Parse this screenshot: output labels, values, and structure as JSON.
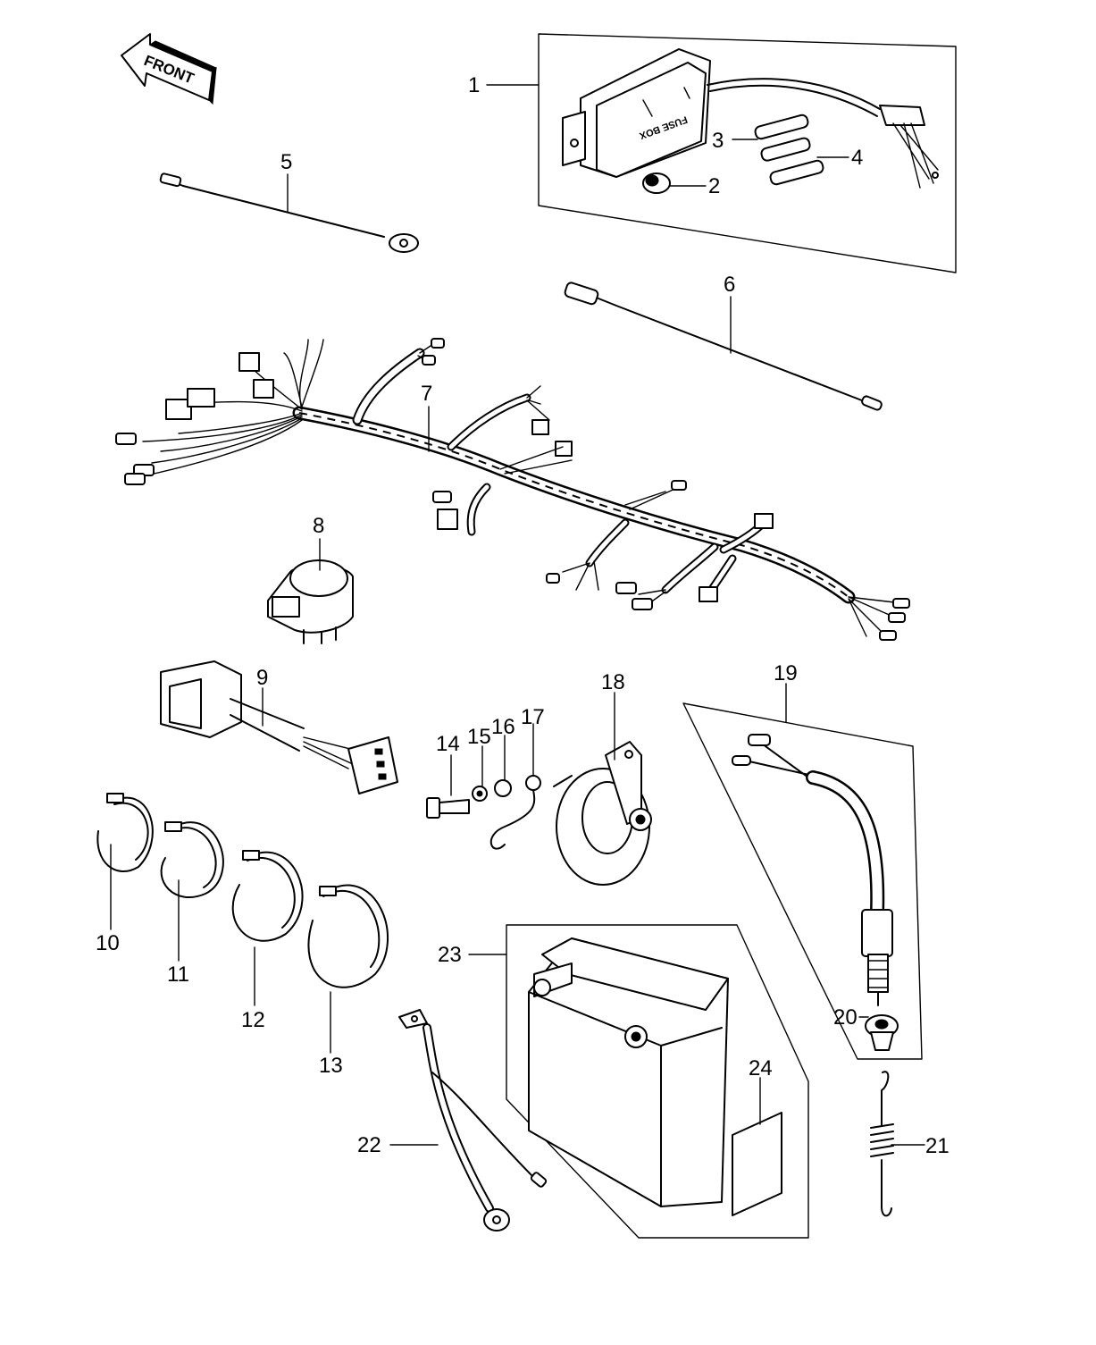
{
  "front_arrow_label": "FRONT",
  "fuse_box_label": "FUSE BOX",
  "callouts": {
    "c1": "1",
    "c2": "2",
    "c3": "3",
    "c4": "4",
    "c5": "5",
    "c6": "6",
    "c7": "7",
    "c8": "8",
    "c9": "9",
    "c10": "10",
    "c11": "11",
    "c12": "12",
    "c13": "13",
    "c14": "14",
    "c15": "15",
    "c16": "16",
    "c17": "17",
    "c18": "18",
    "c19": "19",
    "c20": "20",
    "c21": "21",
    "c22": "22",
    "c23": "23",
    "c24": "24"
  }
}
